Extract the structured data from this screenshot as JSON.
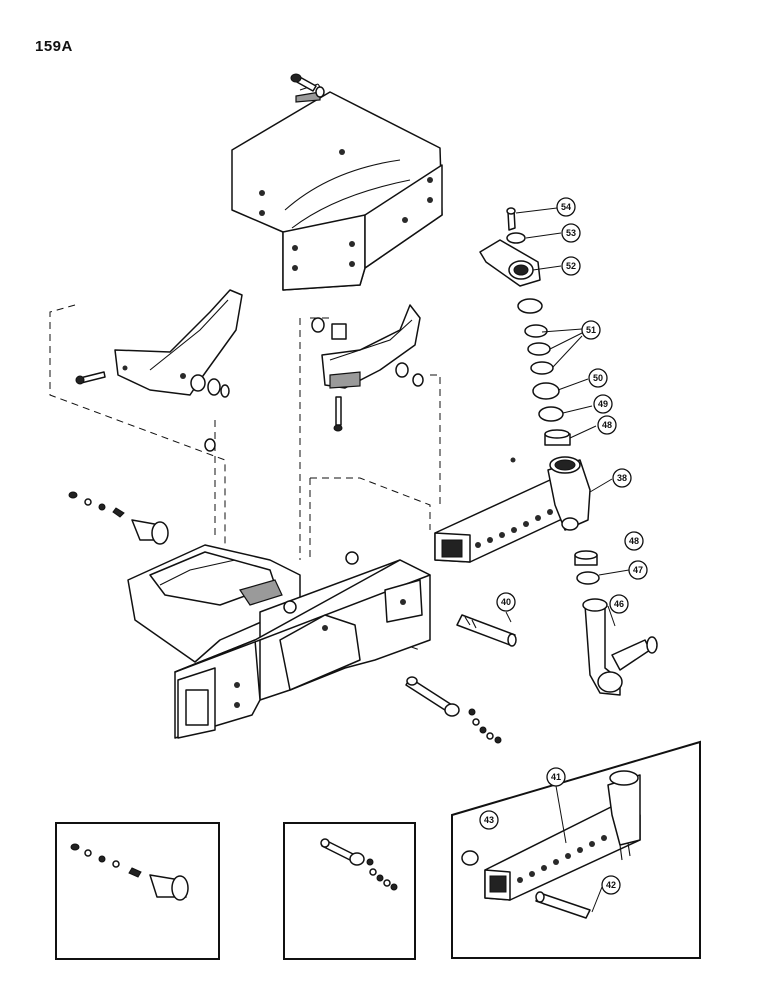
{
  "page": {
    "number": "159A"
  },
  "callouts": {
    "c54": "54",
    "c53": "53",
    "c52": "52",
    "c51": "51",
    "c50": "50",
    "c49": "49",
    "c48a": "48",
    "c38": "38",
    "c48b": "48",
    "c47": "47",
    "c46": "46",
    "c40": "40",
    "c41": "41",
    "c43": "43",
    "c42": "42"
  }
}
